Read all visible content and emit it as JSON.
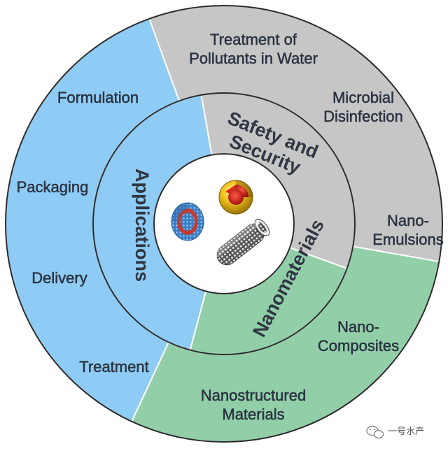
{
  "diagram": {
    "colors": {
      "applications": "#8ecbf5",
      "safety": "#c6c6c6",
      "nanomaterials": "#92cfa9",
      "outline": "#2b2b2b",
      "divider": "#ffffff",
      "text": "#2f3742"
    },
    "sectors": {
      "applications": {
        "label": "Applications",
        "items": [
          "Formulation",
          "Packaging",
          "Delivery",
          "Treatment"
        ]
      },
      "safety": {
        "label_line1": "Safety and",
        "label_line2": "Security",
        "items": [
          [
            "Treatment of",
            "Pollutants in Water"
          ],
          [
            "Microbial",
            "Disinfection"
          ]
        ]
      },
      "nanomaterials": {
        "label": "Nanomaterials",
        "items": [
          [
            "Nano-",
            "Emulsions"
          ],
          [
            "Nano-",
            "Composites"
          ],
          [
            "Nanostructured",
            "Materials"
          ]
        ]
      }
    },
    "center_icons": [
      "nanocapsule-icon",
      "core-shell-sphere-icon",
      "nanotube-icon"
    ],
    "watermark": {
      "text": "一号水产",
      "icon": "wechat-icon"
    }
  }
}
